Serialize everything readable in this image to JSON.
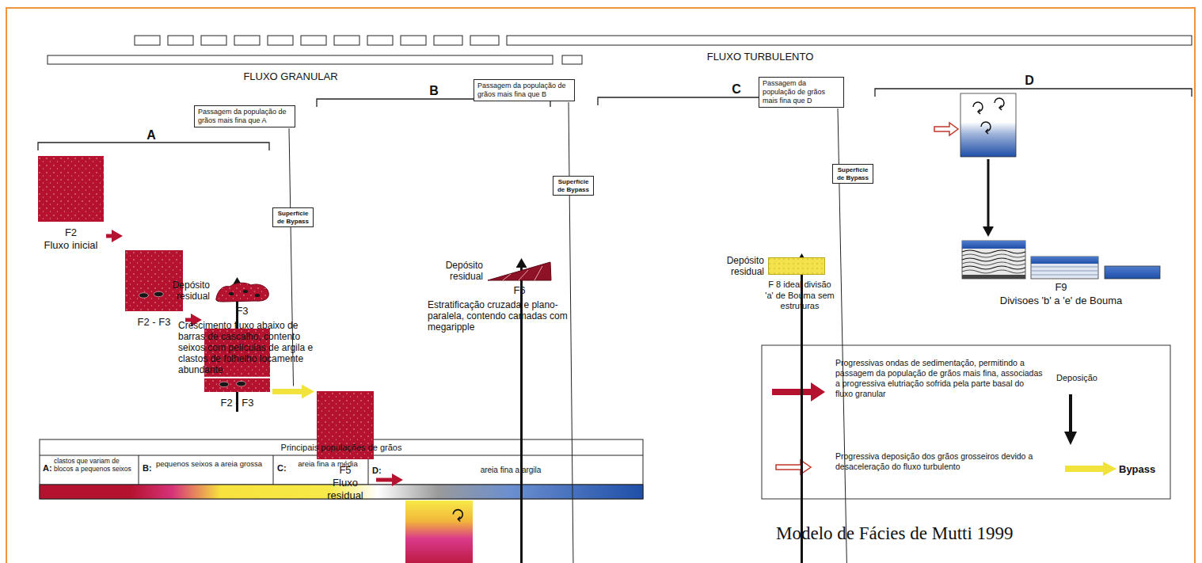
{
  "diagram": {
    "caption": "Modelo de Fácies de Mutti 1999",
    "nodes": [
      {
        "text": [
          "F2",
          "Fluxo inicial"
        ]
      },
      {
        "text": [
          "F2 - F3"
        ]
      },
      {
        "text": [
          "F2 - F3"
        ]
      },
      {
        "text": [
          "Passagem da população de grãos mais fina que A"
        ]
      },
      {
        "text": [
          "Superfície de Bypass"
        ]
      },
      {
        "text": [
          "Depósito residual",
          "F3",
          "Crescimento fluxo abaixo de barras de cascalho, contento seixos com películas de argila e clastos de folhelho locamente abundante"
        ]
      },
      {
        "text": [
          "F5",
          "Fluxo residual"
        ]
      },
      {
        "text": [
          "F5"
        ]
      },
      {
        "text": [
          "F5"
        ]
      },
      {
        "text": [
          "Passagem da população de grãos mais fina que B"
        ]
      },
      {
        "text": [
          "Superfície de Bypass"
        ]
      },
      {
        "text": [
          "Depósito residual",
          "F6",
          "Estratificação cruzada e plano-paralela, contendo camadas com megaripple"
        ]
      },
      {
        "text": [
          "F8",
          "Fluxo residual"
        ]
      },
      {
        "text": [
          "F8"
        ]
      },
      {
        "text": [
          "F8"
        ]
      },
      {
        "text": [
          "Passagem da população de grãos mais fina que D"
        ]
      },
      {
        "text": [
          "Superfície de Bypass"
        ]
      },
      {
        "text": [
          "Depósito residual",
          "F 8 ideal divisão 'a' de Bouma sem estruturas"
        ]
      },
      {
        "text": [
          "Fluxo residual"
        ]
      },
      {
        "text": [
          "F9",
          "Divisoes 'b' a 'e' de Bouma"
        ]
      }
    ],
    "edges": [
      {
        "from": 0,
        "to": 1,
        "arrow": "to"
      },
      {
        "from": 1,
        "to": 2,
        "arrow": "to"
      },
      {
        "from": 2,
        "to": 6,
        "arrow": "to"
      },
      {
        "from": 2,
        "to": 5,
        "arrow": "to"
      },
      {
        "from": 6,
        "to": 7,
        "arrow": "to"
      },
      {
        "from": 7,
        "to": 8,
        "arrow": "to"
      },
      {
        "from": 8,
        "to": 12,
        "arrow": "to"
      },
      {
        "from": 8,
        "to": 11,
        "arrow": "to"
      },
      {
        "from": 12,
        "to": 13,
        "arrow": "to"
      },
      {
        "from": 13,
        "to": 14,
        "arrow": "to"
      },
      {
        "from": 14,
        "to": 18,
        "arrow": "to"
      },
      {
        "from": 14,
        "to": 17,
        "arrow": "to"
      }
    ],
    "labels": [
      "FLUXO GRANULAR",
      "FLUXO TURBULENTO",
      "A",
      "B",
      "C",
      "D",
      "Principais populações de grãos",
      "A:",
      "clastos que variam de blocos a pequenos seixos",
      "B:",
      "pequenos seixos a areia grossa",
      "C:",
      "areia fina a média",
      "D:",
      "areia fina a argila"
    ],
    "legend": [
      {
        "text": "Progressivas ondas de sedimentação, permitindo a passagem da população de grãos mais fina, associadas a progressiva elutriação sofrida pela parte basal do fluxo granular"
      },
      {
        "text": "Deposição"
      },
      {
        "text": "Progressiva deposição dos grãos grosseiros devido a desaceleração do fluxo turbulento"
      },
      {
        "text": "Bypass"
      }
    ]
  }
}
